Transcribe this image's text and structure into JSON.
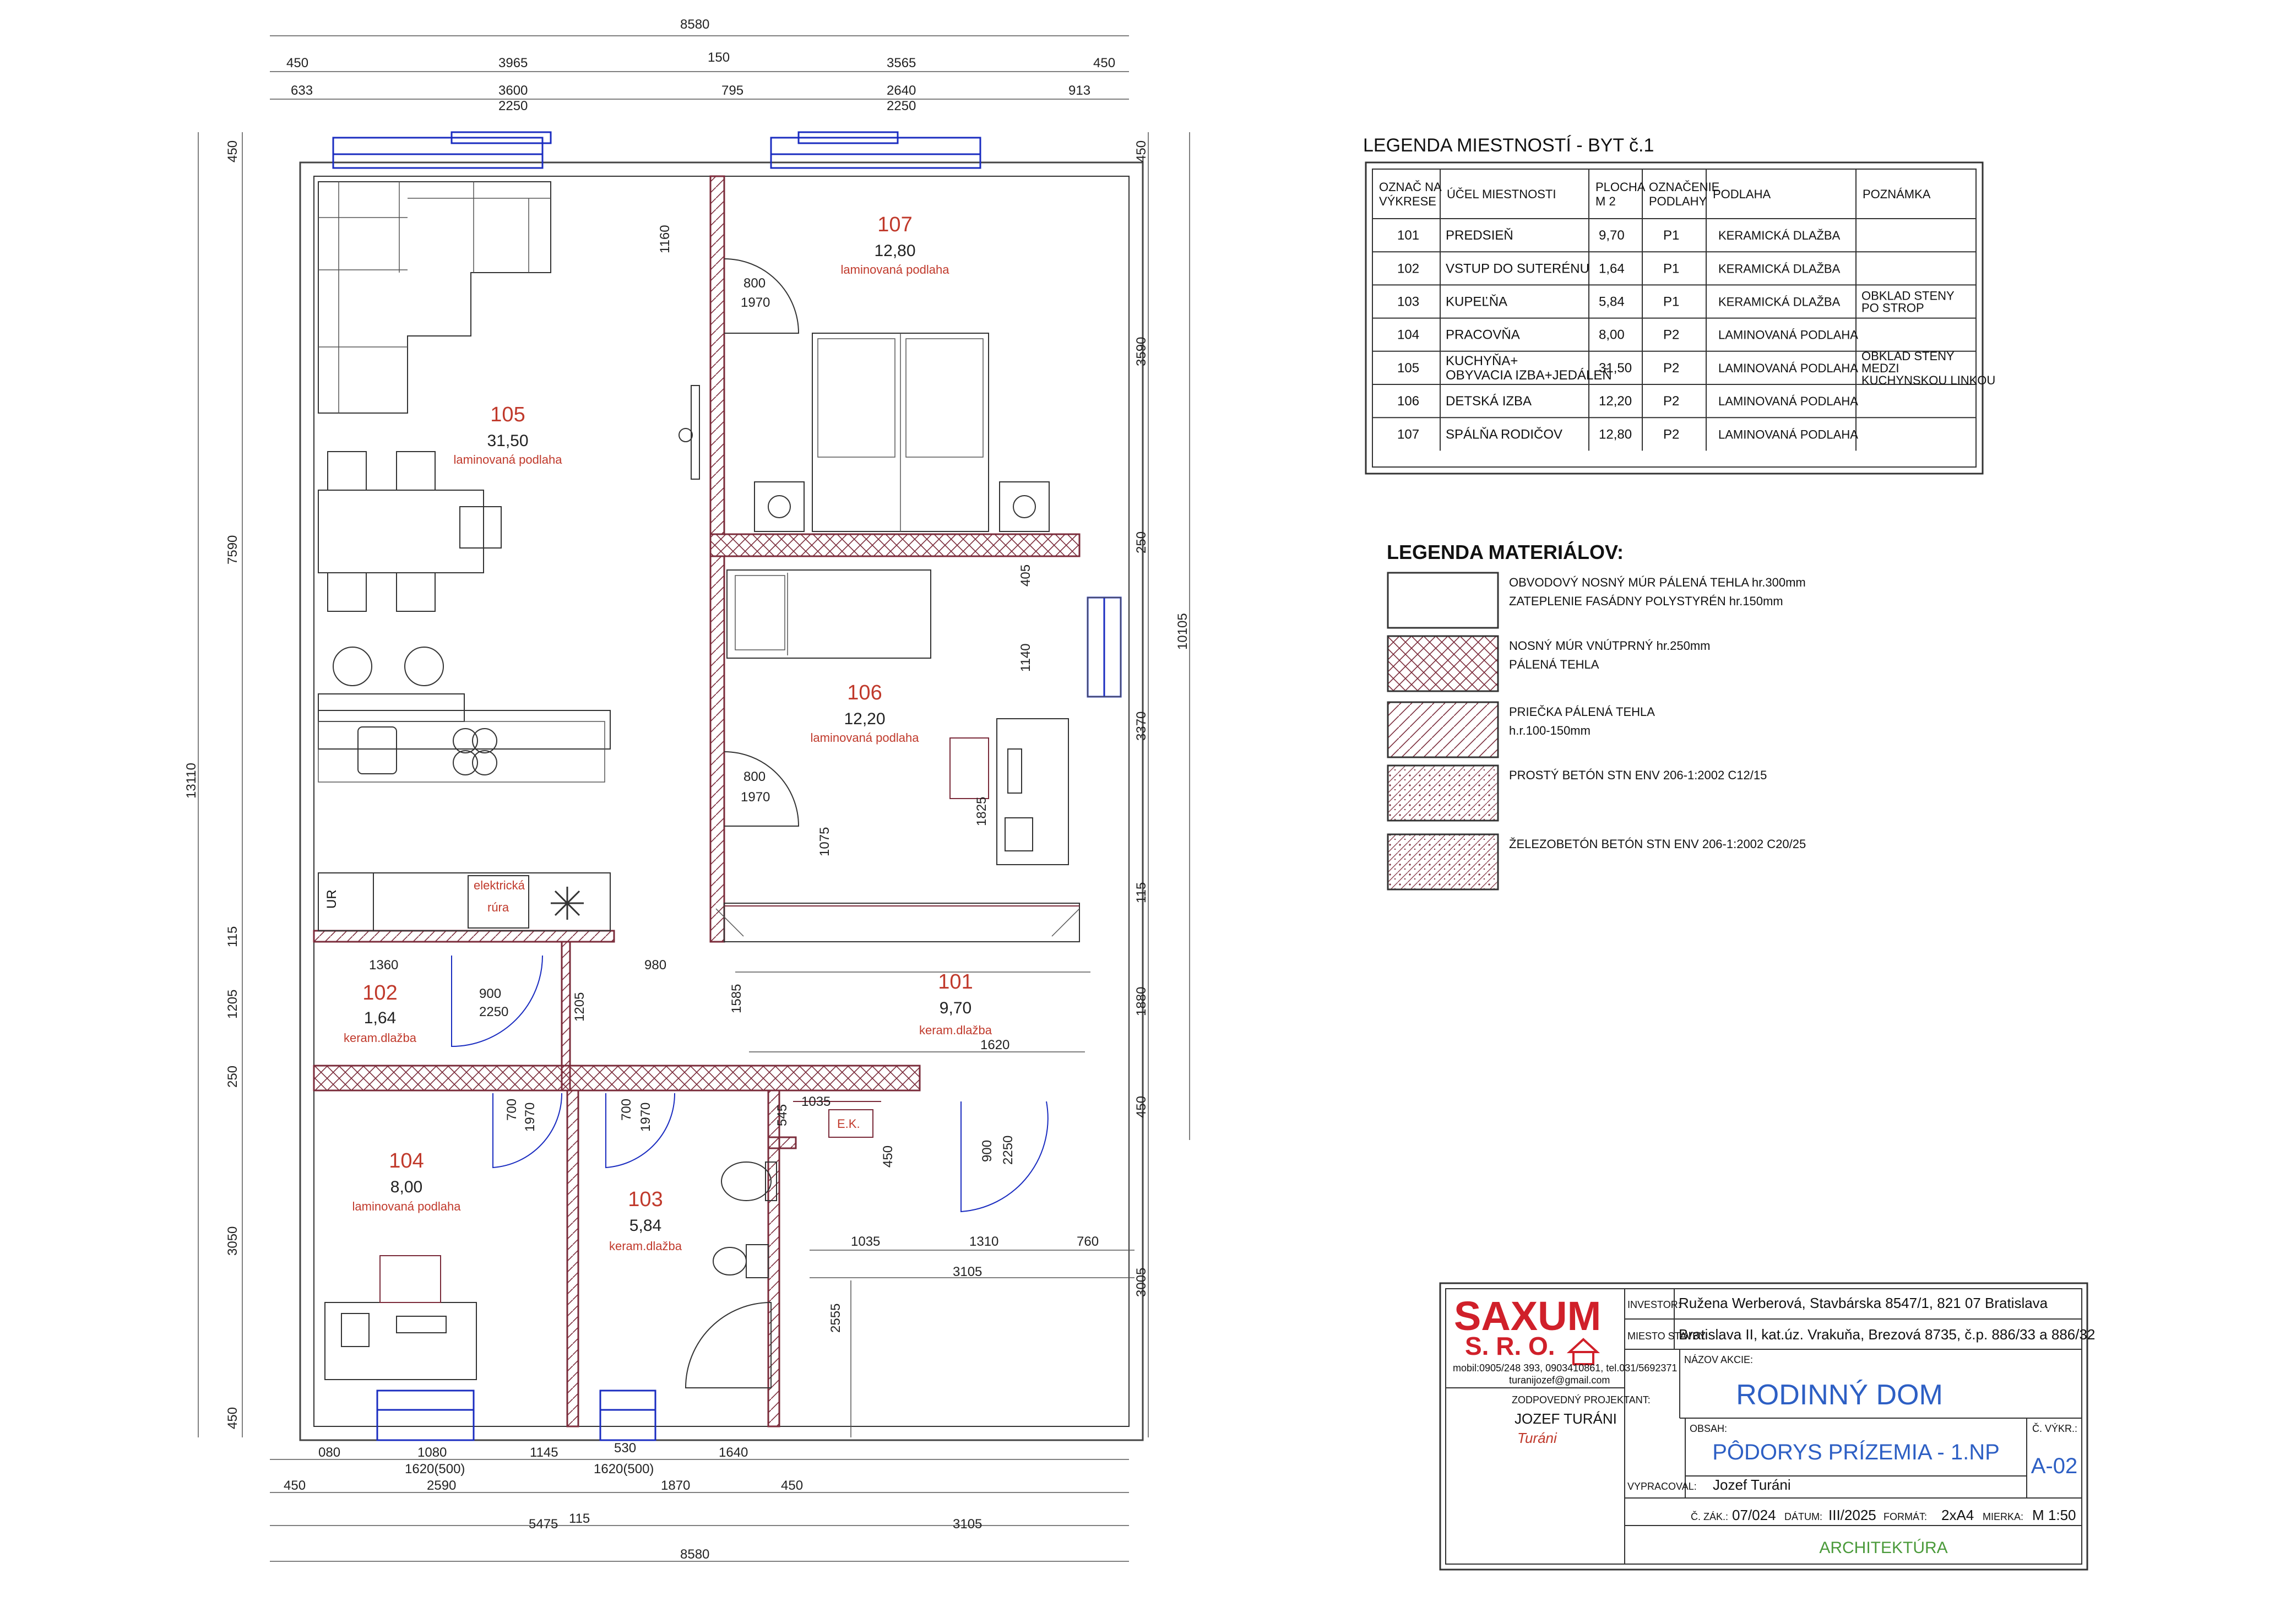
{
  "dimensions": {
    "top_row1": [
      "8580"
    ],
    "top_row2": [
      "450",
      "3965",
      "150",
      "3565",
      "450"
    ],
    "top_row3": [
      "633",
      "3600",
      "795",
      "2640",
      "913"
    ],
    "top_row4": [
      "2250",
      "2250"
    ],
    "bottom_row1": [
      "080",
      "1080",
      "1145",
      "530",
      "1640"
    ],
    "bottom_row2": [
      "1620(500)",
      "1620(500)"
    ],
    "bottom_row3": [
      "450",
      "2590",
      "1870",
      "450"
    ],
    "bottom_row4": [
      "5475",
      "115",
      "3105"
    ],
    "bottom_row5": [
      "8580"
    ],
    "left_outer": "13110",
    "left_row1": [
      "450",
      "7590",
      "115",
      "1205",
      "250",
      "3050",
      "450"
    ],
    "right_row1": [
      "450",
      "3590",
      "250",
      "3370",
      "115",
      "1880",
      "450",
      "3005"
    ],
    "right_total": "10105",
    "interior": [
      "1160",
      "800",
      "1970",
      "405",
      "1140",
      "1825",
      "800",
      "1970",
      "1075",
      "1360",
      "900",
      "2250",
      "1205",
      "980",
      "1585",
      "1620",
      "700",
      "1970",
      "700",
      "1970",
      "1035",
      "545",
      "450",
      "900",
      "2250",
      "1035",
      "1310",
      "760",
      "3105",
      "2555"
    ]
  },
  "rooms": [
    {
      "id": "105",
      "area": "31,50",
      "floor": "laminovaná podlaha"
    },
    {
      "id": "107",
      "area": "12,80",
      "floor": "laminovaná podlaha"
    },
    {
      "id": "106",
      "area": "12,20",
      "floor": "laminovaná podlaha"
    },
    {
      "id": "102",
      "area": "1,64",
      "floor": "keram.dlažba"
    },
    {
      "id": "101",
      "area": "9,70",
      "floor": "keram.dlažba"
    },
    {
      "id": "104",
      "area": "8,00",
      "floor": "laminovaná podlaha"
    },
    {
      "id": "103",
      "area": "5,84",
      "floor": "keram.dlažba"
    }
  ],
  "labels": {
    "oven_line1": "elektrická",
    "oven_line2": "rúra",
    "ur": "UR",
    "ek": "E.K."
  },
  "room_legend": {
    "title": "LEGENDA MIESTNOSTÍ - BYT č.1",
    "headers": [
      "OZNAČ NA VÝKRESE",
      "ÚČEL MIESTNOSTI",
      "PLOCHA M²",
      "OZNAČENIE PODLAHY",
      "PODLAHA",
      "POZNÁMKA"
    ],
    "header_lines": [
      [
        "OZNAČ NA",
        "VÝKRESE"
      ],
      [
        "ÚČEL MIESTNOSTI"
      ],
      [
        "PLOCHA",
        "M 2"
      ],
      [
        "OZNAČENIE",
        "PODLAHY"
      ],
      [
        "PODLAHA"
      ],
      [
        "POZNÁMKA"
      ]
    ],
    "rows": [
      {
        "id": "101",
        "name": [
          "PREDSIEŇ"
        ],
        "area": "9,70",
        "code": "P1",
        "floor": "KERAMICKÁ DLAŽBA",
        "note": []
      },
      {
        "id": "102",
        "name": [
          "VSTUP DO SUTERÉNU"
        ],
        "area": "1,64",
        "code": "P1",
        "floor": "KERAMICKÁ DLAŽBA",
        "note": []
      },
      {
        "id": "103",
        "name": [
          "KUPEĽŇA"
        ],
        "area": "5,84",
        "code": "P1",
        "floor": "KERAMICKÁ DLAŽBA",
        "note": [
          "OBKLAD STENY",
          "PO STROP"
        ]
      },
      {
        "id": "104",
        "name": [
          "PRACOVŇA"
        ],
        "area": "8,00",
        "code": "P2",
        "floor": "LAMINOVANÁ PODLAHA",
        "note": []
      },
      {
        "id": "105",
        "name": [
          "KUCHYŇA+",
          "OBYVACIA IZBA+JEDÁLEŇ"
        ],
        "area": "31,50",
        "code": "P2",
        "floor": "LAMINOVANÁ PODLAHA",
        "note": [
          "OBKLAD STENY",
          "MEDZI",
          "KUCHYNSKOU LINKOU"
        ]
      },
      {
        "id": "106",
        "name": [
          "DETSKÁ IZBA"
        ],
        "area": "12,20",
        "code": "P2",
        "floor": "LAMINOVANÁ PODLAHA",
        "note": []
      },
      {
        "id": "107",
        "name": [
          "SPÁLŇA RODIČOV"
        ],
        "area": "12,80",
        "code": "P2",
        "floor": "LAMINOVANÁ PODLAHA",
        "note": []
      }
    ]
  },
  "material_legend": {
    "title": "LEGENDA MATERIÁLOV:",
    "items": [
      {
        "lines": [
          "OBVODOVÝ NOSNÝ MÚR PÁLENÁ TEHLA hr.300mm",
          "ZATEPLENIE FASÁDNY POLYSTYRÉN hr.150mm"
        ],
        "pattern": "none"
      },
      {
        "lines": [
          "NOSNÝ MÚR VNÚTPRNÝ hr.250mm",
          "PÁLENÁ TEHLA"
        ],
        "pattern": "cross"
      },
      {
        "lines": [
          "PRIEČKA PÁLENÁ TEHLA",
          "h.r.100-150mm"
        ],
        "pattern": "diag"
      },
      {
        "lines": [
          "PROSTÝ BETÓN STN ENV 206-1:2002 C12/15"
        ],
        "pattern": "dots"
      },
      {
        "lines": [
          "ŽELEZOBETÓN BETÓN STN ENV 206-1:2002 C20/25"
        ],
        "pattern": "diagdots"
      }
    ]
  },
  "title_block": {
    "logo_line1": "SAXUM",
    "logo_line2": "S. R. O.",
    "contact_line1": "mobil:0905/248 393, 0903410861, tel.031/5692371",
    "contact_line2": "turanijozef@gmail.com",
    "responsible_label": "ZODPOVEDNÝ PROJEKTANT:",
    "responsible_name": "JOZEF TURÁNI",
    "signature": "Turáni",
    "investor_label": "INVESTOR:",
    "investor_value": "Ružena Werberová, Stavbárska 8547/1, 821 07 Bratislava",
    "site_label": "MIESTO STAVBY:",
    "site_value": "Bratislava II, kat.úz. Vrakuňa, Brezová 8735,  č.p. 886/33 a 886/32",
    "action_label": "NÁZOV AKCIE:",
    "action_value": "RODINNÝ DOM",
    "content_label": "OBSAH:",
    "content_value": "PÔDORYS PRÍZEMIA - 1.NP",
    "drawing_no_label": "Č. VÝKR.:",
    "drawing_no_value": "A-02",
    "author_label": "VYPRACOVAL:",
    "author_value": "Jozef Turáni",
    "order_label": "Č. ZÁK.:",
    "order_value": "07/024",
    "date_label": "DÁTUM:",
    "date_value": "III/2025",
    "format_label": "FORMÁT:",
    "format_value": "2xA4",
    "scale_label": "MIERKA:",
    "scale_value": "M 1:50",
    "discipline": "ARCHITEKTÚRA"
  },
  "colors": {
    "wall_line": "#7a2b3a",
    "window": "#1a2cc0",
    "room_number": "#c0392b",
    "title_blue": "#2d5fc4",
    "logo_red": "#d0202a",
    "discipline_green": "#4a9a3a"
  }
}
